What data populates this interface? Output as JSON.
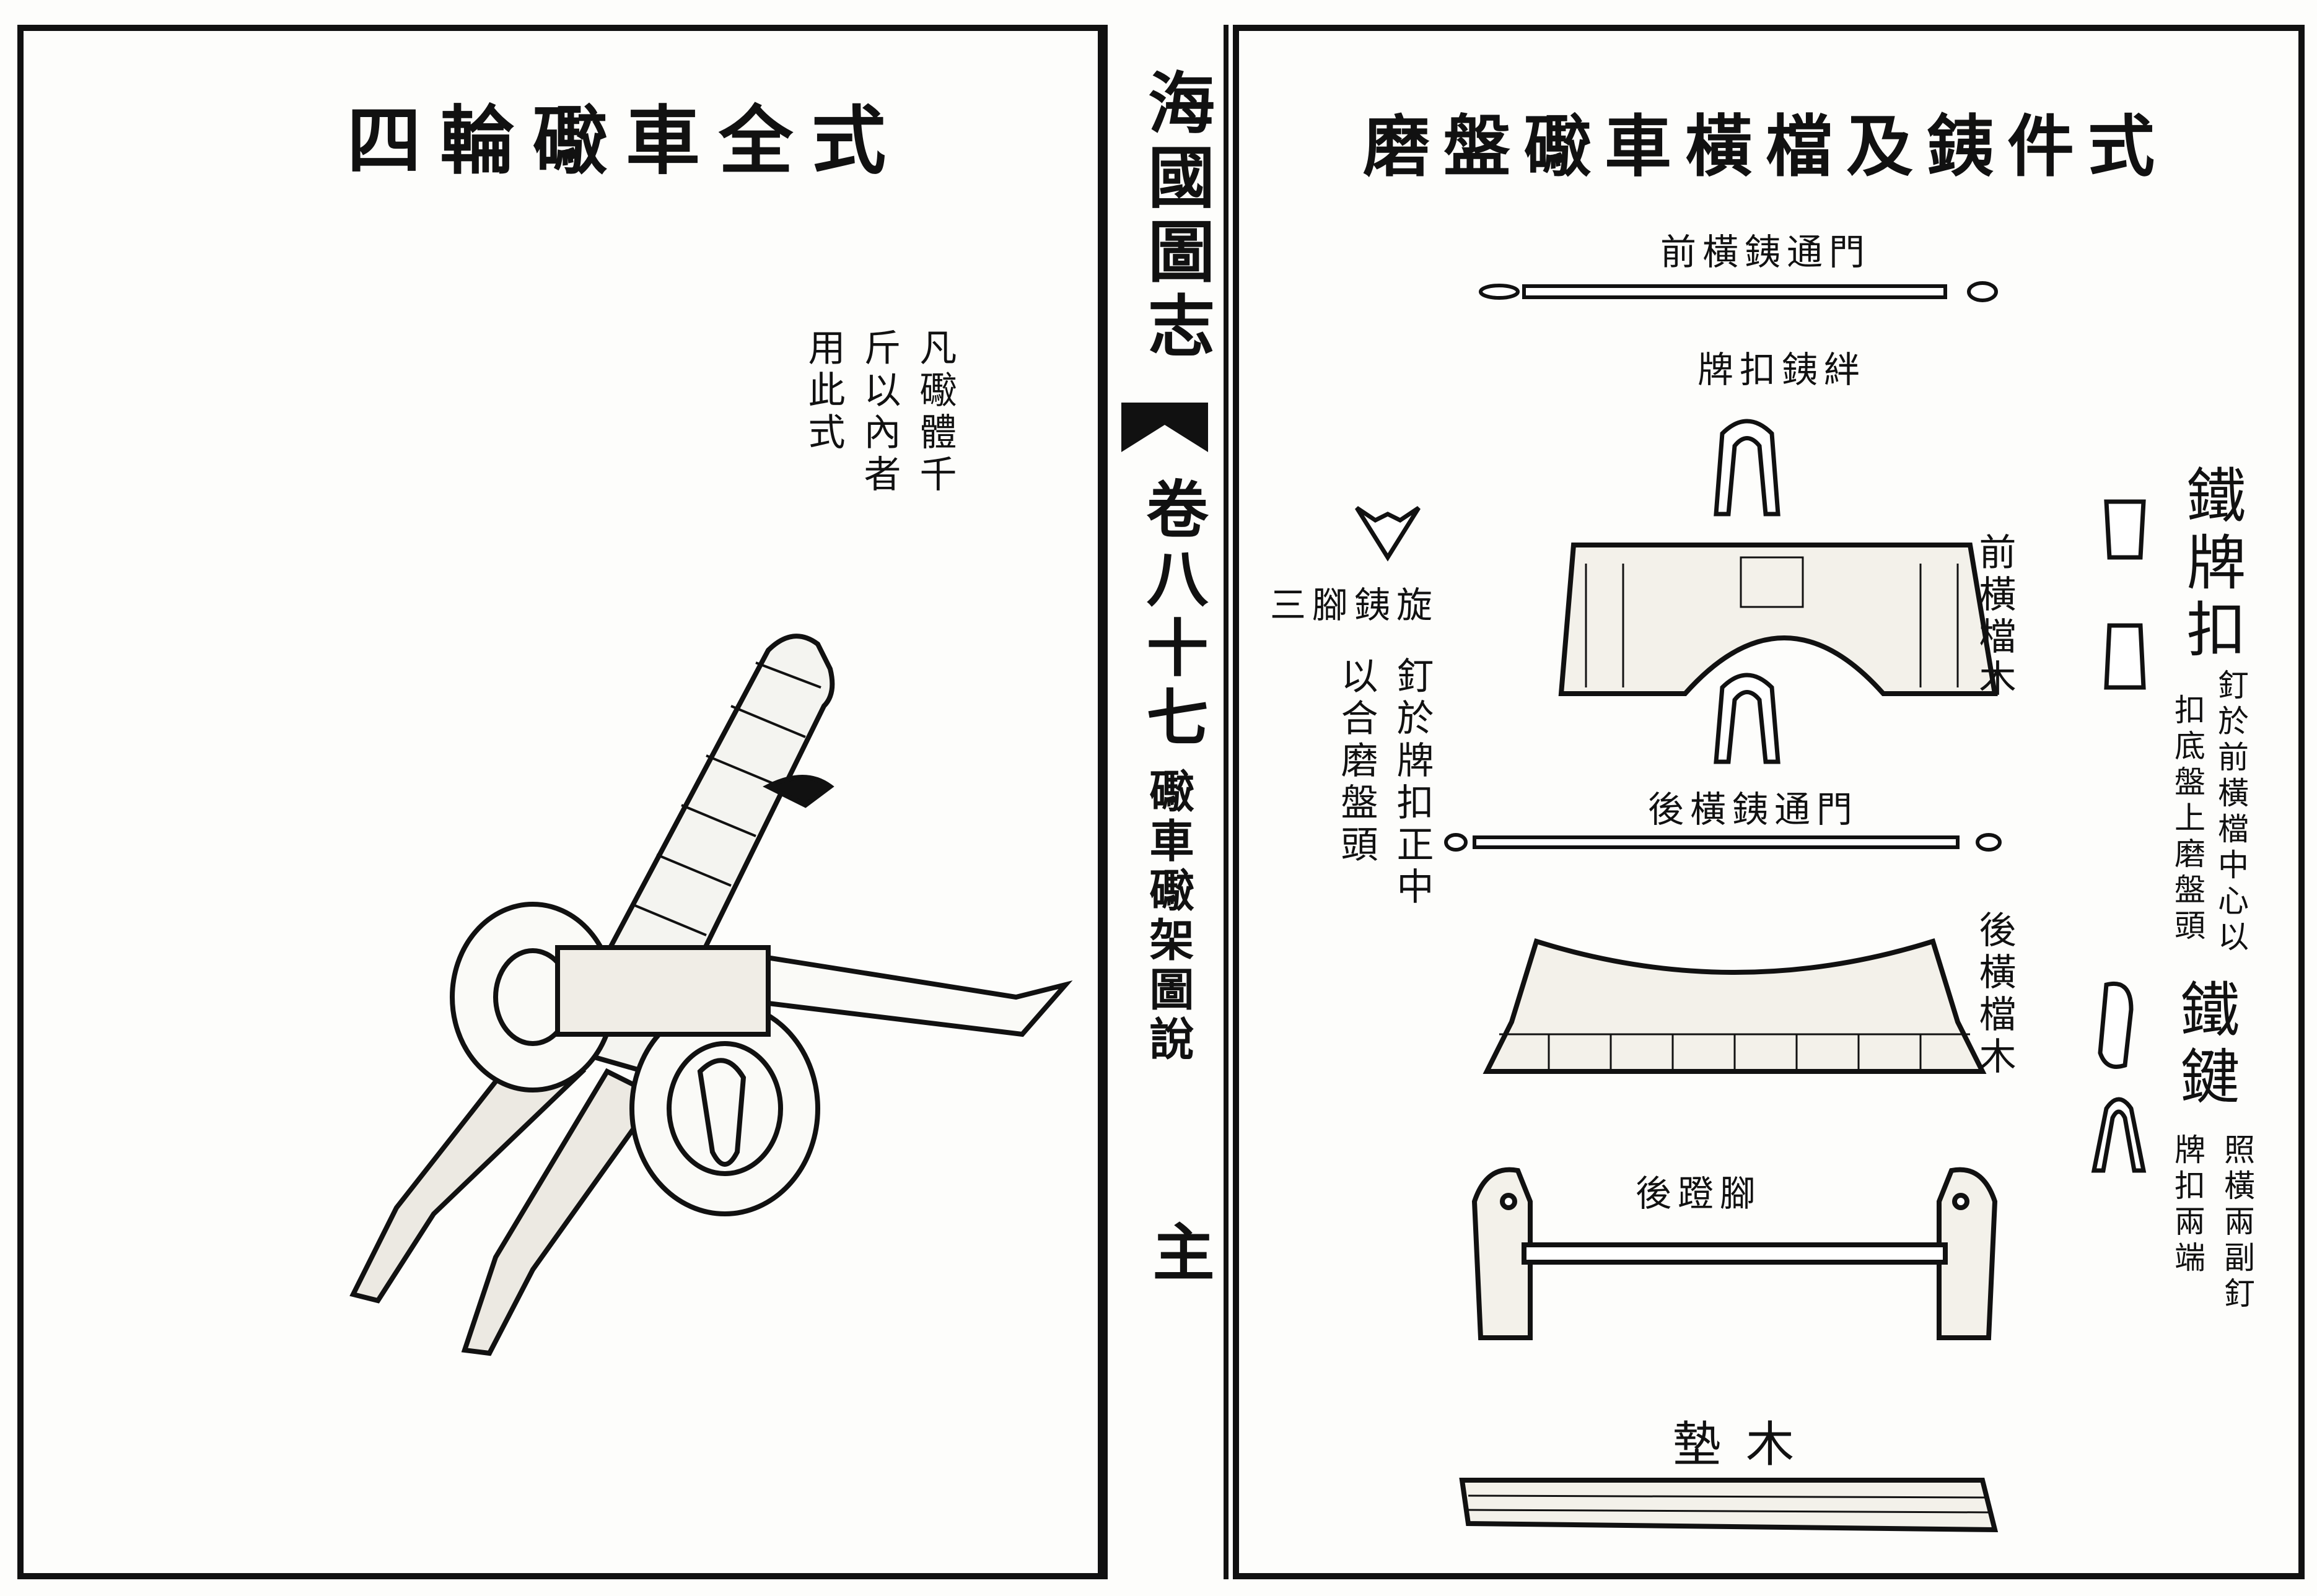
{
  "spine": {
    "book_title": "海國圖志",
    "volume": "卷八十七",
    "section": "礮車礮架圖說",
    "page_number": "主"
  },
  "left_page": {
    "title": "四輪礮車全式",
    "note": [
      "凡礮體千",
      "斤以內者",
      "用此式"
    ]
  },
  "right_page": {
    "title": "磨盤礮車橫檔及銕件式",
    "parts": {
      "front_bar": "前橫銕通門",
      "plate_clasp": "牌扣銕絆",
      "tripod": "三腳銕旋",
      "tripod_note": [
        "釘於牌扣正中",
        "以合磨盤頭"
      ],
      "front_beam": "前橫檔木",
      "rear_bar": "後橫銕通門",
      "rear_beam": "後橫檔木",
      "rear_foot": "後蹬腳",
      "pad_wood": "墊木",
      "iron_plate_clasp": "鐵牌扣",
      "iron_plate_clasp_note": [
        "釘於前橫檔中心以",
        "扣底盤上磨盤頭"
      ],
      "iron_key": "鐵鍵",
      "iron_key_note": [
        "照橫兩副釘",
        "牌扣兩端"
      ]
    }
  }
}
